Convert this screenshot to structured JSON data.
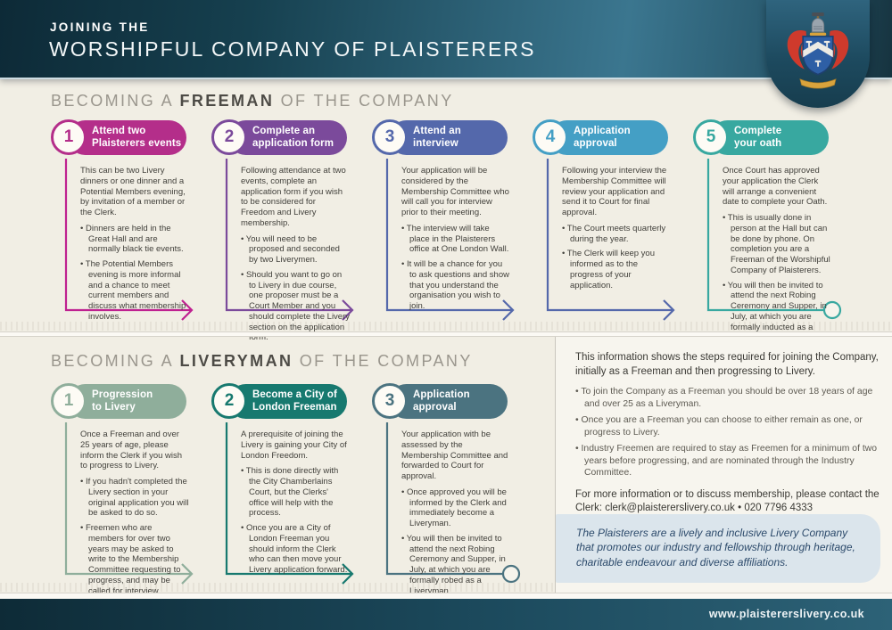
{
  "header": {
    "eyebrow": "JOINING THE",
    "title": "WORSHIPFUL COMPANY OF PLAISTERERS"
  },
  "colors": {
    "header_teal_dark": "#0d2a37",
    "header_teal_light": "#3b768f",
    "page_background": "#f1eee4",
    "panel_background": "#f7f5ee",
    "quote_box_background": "#dbe5ec",
    "quote_text": "#2c4a6b"
  },
  "freeman_section": {
    "title_prefix": "BECOMING A ",
    "title_bold": "FREEMAN",
    "title_suffix": " OF THE COMPANY",
    "steps": [
      {
        "number": "1",
        "title_lines": [
          "Attend two",
          "Plaisterers events"
        ],
        "color": "#b42e8a",
        "connector": "#bf2190",
        "terminator": "arrow",
        "intro": "This can be two Livery dinners or one dinner and a Potential Members evening, by invitation of a member or the Clerk.",
        "bullets": [
          "Dinners are held in the Great Hall and are normally black tie events.",
          "The Potential Members evening is more informal and a chance to meet current members and discuss what membership involves."
        ]
      },
      {
        "number": "2",
        "title_lines": [
          "Complete an",
          "application form"
        ],
        "color": "#7b4a9b",
        "connector": "#7b4a9b",
        "terminator": "arrow",
        "intro": "Following attendance at two events, complete an application form if you wish to be considered for Freedom and Livery membership.",
        "bullets": [
          "You will need to be proposed and seconded by two Liverymen.",
          "Should you want to go on to Livery in due course, one proposer must be a Court Member and you should complete the Livery section on the application form."
        ]
      },
      {
        "number": "3",
        "title_lines": [
          "Attend an",
          "interview"
        ],
        "color": "#5468ab",
        "connector": "#5468ab",
        "terminator": "arrow",
        "intro": "Your application will be considered by the Membership Committee who will call you for interview prior to their meeting.",
        "bullets": [
          "The interview will take place in the Plaisterers office at One London Wall.",
          "It will be a chance for you to ask questions and show that you understand the organisation you wish to join."
        ]
      },
      {
        "number": "4",
        "title_lines": [
          "Application",
          "approval"
        ],
        "color": "#449fc5",
        "connector": "#5468ab",
        "terminator": "arrow",
        "intro": "Following your interview the Membership Committee will review your application and send it to Court for final approval.",
        "bullets": [
          "The Court meets quarterly during the year.",
          "The Clerk will keep you informed as to the progress of your application."
        ]
      },
      {
        "number": "5",
        "title_lines": [
          "Complete",
          "your oath"
        ],
        "color": "#38a8a0",
        "connector": "#38a8a0",
        "terminator": "circle",
        "intro": "Once Court has approved your application the Clerk will arrange a convenient date to complete your Oath.",
        "bullets": [
          "This is usually done in person at the Hall but can be done by phone. On completion you are a Freeman of the Worshipful Company of Plaisterers.",
          "You will then be invited to attend the next Robing Ceremony and Supper, in July, at which you are formally inducted as a Freeman."
        ]
      }
    ]
  },
  "liveryman_section": {
    "title_prefix": "BECOMING A ",
    "title_bold": "LIVERYMAN",
    "title_suffix": " OF THE COMPANY",
    "steps": [
      {
        "number": "1",
        "title_lines": [
          "Progression",
          "to Livery"
        ],
        "color": "#8fae9b",
        "connector": "#8fae9b",
        "terminator": "arrow",
        "intro": "Once a Freeman and over 25 years of age, please inform the Clerk if you wish to progress to Livery.",
        "bullets": [
          "If you hadn't completed the Livery section in your original application you will be asked to do so.",
          "Freemen who are members for over two years may be asked to write to the Membership Committee requesting to progress, and may be called for interview."
        ]
      },
      {
        "number": "2",
        "title_lines": [
          "Become a City of",
          "London Freeman"
        ],
        "color": "#17796f",
        "connector": "#17796f",
        "terminator": "arrow",
        "intro": "A prerequisite of joining the Livery is gaining your City of London Freedom.",
        "bullets": [
          "This is done directly with the City Chamberlains Court, but the Clerks' office will help with the process.",
          "Once you are a City of London Freeman you should inform the Clerk who can then move your Livery application forward."
        ]
      },
      {
        "number": "3",
        "title_lines": [
          "Application",
          "approval"
        ],
        "color": "#4b7380",
        "connector": "#4b7380",
        "terminator": "circle",
        "intro": "Your application with be assessed by the Membership Committee and forwarded to Court for approval.",
        "bullets": [
          "Once approved you will be informed by the Clerk and immediately become a Liveryman.",
          "You will then be invited to attend the next Robing Ceremony and Supper, in July, at which you are formally robed as a Liveryman."
        ]
      }
    ]
  },
  "info_panel": {
    "intro": "This information shows the steps required for joining the Company, initially as a Freeman and then progressing to Livery.",
    "bullets": [
      "To join the Company as a Freeman you should be over 18 years of age and over 25 as a Liveryman.",
      "Once you are a Freeman you can choose to either remain as one, or progress to Livery.",
      "Industry Freemen are required to stay as Freemen for a minimum of two years before progressing, and are nominated through the Industry Committee."
    ],
    "contact": {
      "text_before": "For more information or to discuss membership, please contact the Clerk: ",
      "email": "clerk@plaistererslivery.co.uk",
      "separator": " • ",
      "phone": "020 7796 4333"
    },
    "quote": "The Plaisterers are a lively and inclusive Livery Company that promotes our industry and fellowship through heritage, charitable endeavour and diverse affiliations."
  },
  "footer": {
    "website": "www.plaistererslivery.co.uk"
  }
}
